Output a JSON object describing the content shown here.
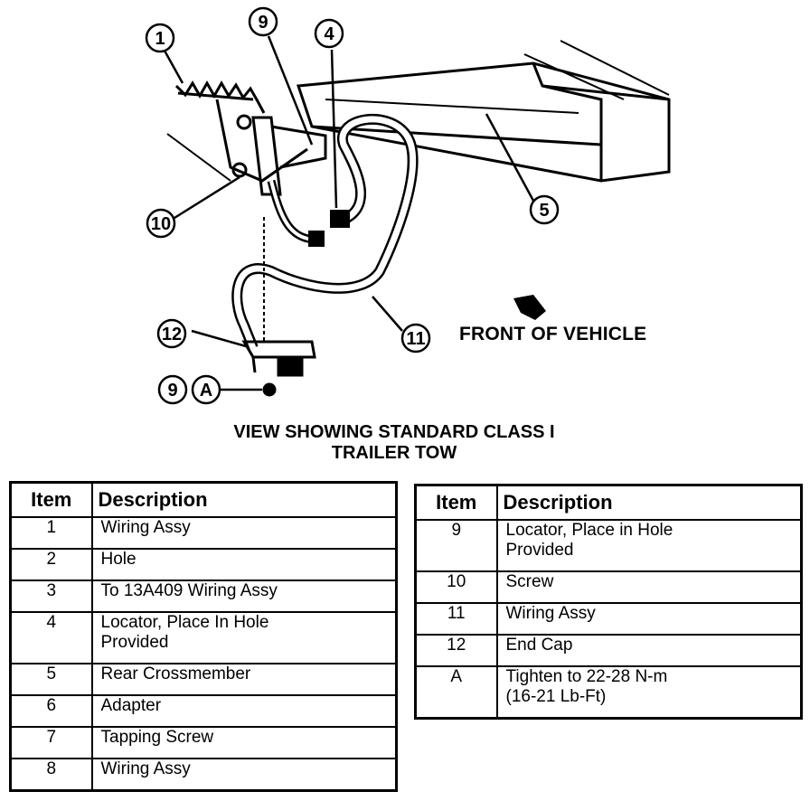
{
  "figure": {
    "callouts": [
      "1",
      "9",
      "4",
      "5",
      "10",
      "11",
      "12",
      "9",
      "A"
    ],
    "front_label": "FRONT OF VEHICLE",
    "title_line1": "VIEW SHOWING STANDARD CLASS I",
    "title_line2": "TRAILER TOW"
  },
  "tables": {
    "left": {
      "header_item": "Item",
      "header_desc": "Description",
      "rows": [
        {
          "item": "1",
          "desc": [
            "Wiring Assy"
          ]
        },
        {
          "item": "2",
          "desc": [
            "Hole"
          ]
        },
        {
          "item": "3",
          "desc": [
            "To 13A409 Wiring Assy"
          ]
        },
        {
          "item": "4",
          "desc": [
            "Locator, Place In Hole",
            "Provided"
          ]
        },
        {
          "item": "5",
          "desc": [
            "Rear Crossmember"
          ]
        },
        {
          "item": "6",
          "desc": [
            "Adapter"
          ]
        },
        {
          "item": "7",
          "desc": [
            "Tapping Screw"
          ]
        },
        {
          "item": "8",
          "desc": [
            "Wiring Assy"
          ]
        }
      ]
    },
    "right": {
      "header_item": "Item",
      "header_desc": "Description",
      "rows": [
        {
          "item": "9",
          "desc": [
            "Locator, Place in Hole",
            "Provided"
          ]
        },
        {
          "item": "10",
          "desc": [
            "Screw"
          ]
        },
        {
          "item": "11",
          "desc": [
            "Wiring Assy"
          ]
        },
        {
          "item": "12",
          "desc": [
            "End Cap"
          ]
        },
        {
          "item": "A",
          "desc": [
            "Tighten to 22-28 N-m",
            "(16-21 Lb-Ft)"
          ]
        }
      ]
    }
  }
}
